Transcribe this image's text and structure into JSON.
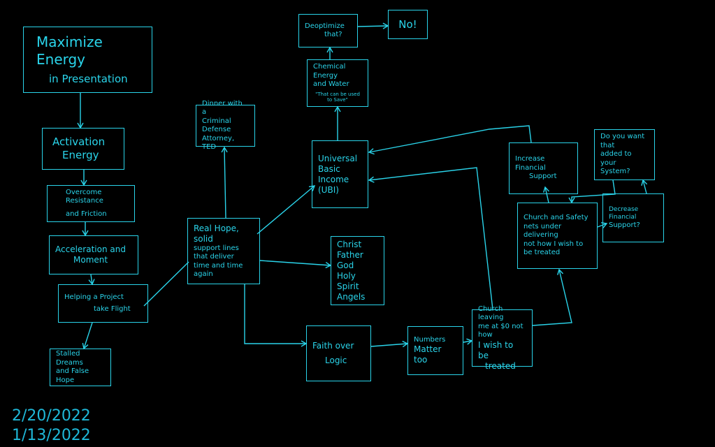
{
  "nodes": {
    "maximize": {
      "line1": "Maximize Energy",
      "line2": "in Presentation"
    },
    "activation": {
      "line1": "Activation",
      "line2": "Energy"
    },
    "overcome": {
      "line1": "Overcome Resistance",
      "line2": "and Friction"
    },
    "acceleration": {
      "line1": "Acceleration and",
      "line2": "Moment"
    },
    "helping": {
      "line1": "Helping a Project",
      "line2": "take Flight"
    },
    "stalled": {
      "line1": "Stalled Dreams",
      "line2": "and False Hope"
    },
    "dinner": {
      "line1": "Dinner with a",
      "line2": "Criminal Defense",
      "line3": "Attorney, TED"
    },
    "real_hope": {
      "line1": "Real Hope, solid",
      "line2": "support lines",
      "line3": "that deliver",
      "line4": "time and time",
      "line5": "again"
    },
    "ubi": {
      "line1": "Universal",
      "line2": "Basic",
      "line3": "Income",
      "line4": "(UBI)"
    },
    "christ": {
      "line1": "Christ",
      "line2": "Father God",
      "line3": "Holy Spirit",
      "line4": "Angels"
    },
    "faith": {
      "line1": "Faith over",
      "line2": "Logic"
    },
    "numbers": {
      "line1": "Numbers",
      "line2": "Matter",
      "line3": "too"
    },
    "church_leaving": {
      "line1": "Church leaving",
      "line2": "me at $0 not how",
      "line3": "I wish to be",
      "line4": "treated"
    },
    "church_safety": {
      "line1": "Church and Safety",
      "line2": "nets under delivering",
      "line3": "not how I wish to",
      "line4": "be treated"
    },
    "increase": {
      "line1": "Increase",
      "line2": "Financial",
      "line3": "Support"
    },
    "decrease": {
      "line1": "Decrease Financial",
      "line2": "Support?"
    },
    "do_you_want": {
      "line1": "Do you want that",
      "line2": "added to your",
      "line3": "System?"
    },
    "chemical": {
      "line1": "Chemical Energy",
      "line2": "and Water",
      "note": "\"That can be used to Save\""
    },
    "deoptimize": {
      "line1": "Deoptimize",
      "line2": "that?"
    },
    "no": {
      "line1": "No!"
    }
  },
  "dates": [
    "2/20/2022",
    "1/13/2022"
  ],
  "colors": {
    "ink": "#2ad4ea",
    "background": "#000000",
    "dates": "#1fb8d8"
  }
}
